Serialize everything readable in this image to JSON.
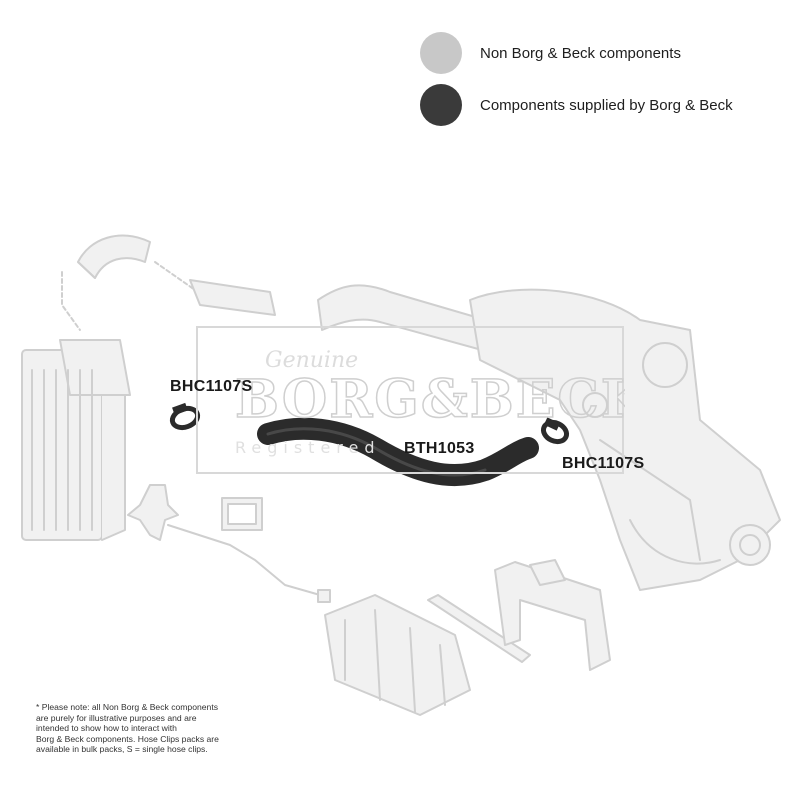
{
  "legend": {
    "items": [
      {
        "label": "Non Borg & Beck components",
        "color": "#c8c8c8"
      },
      {
        "label": "Components supplied by Borg & Beck",
        "color": "#3a3a3a"
      }
    ]
  },
  "labels": {
    "clip_left": "BHC1107S",
    "hose": "BTH1053",
    "clip_right": "BHC1107S"
  },
  "watermark": {
    "brand": "BORG&BECK",
    "script": "Genuine",
    "tagline": "Registered"
  },
  "note": {
    "lines": [
      "* Please note: all Non Borg & Beck components",
      "are purely for illustrative purposes and are",
      "intended to show how to interact with",
      "Borg & Beck components. Hose Clips packs are",
      "available in bulk packs, S = single hose clips."
    ]
  },
  "colors": {
    "ghost_fill": "#f1f1f1",
    "ghost_stroke": "#cfcfcf",
    "dark_part": "#2b2b2b"
  }
}
